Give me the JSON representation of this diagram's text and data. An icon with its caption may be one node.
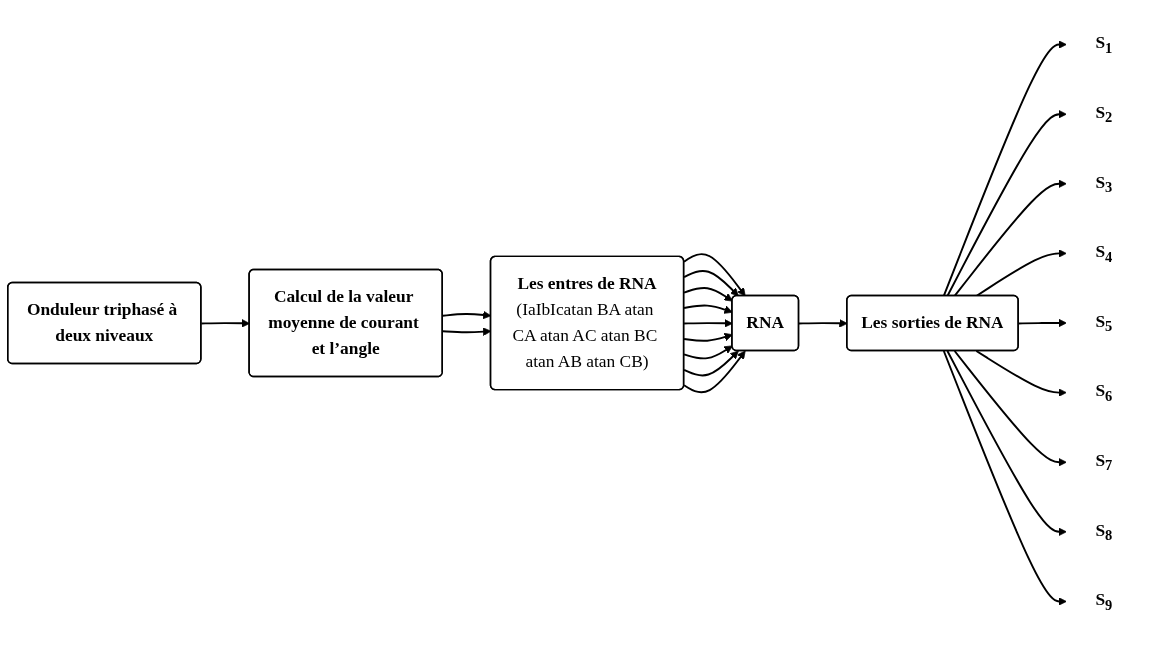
{
  "diagram": {
    "nodes": [
      {
        "text": [
          "Onduleur triphasé à deux niveaux"
        ]
      },
      {
        "text": [
          "Calcul de la valeur moyenne de courant et l’angle"
        ]
      },
      {
        "text": [
          "Les entres de RNA",
          "(IaIbIcatan BA atan CA atan AC atan BC atan AB atan CB)"
        ]
      },
      {
        "text": [
          "RNA"
        ]
      },
      {
        "text": [
          "Les sorties de RNA"
        ]
      },
      {
        "text": [
          "S$_{1}$"
        ]
      },
      {
        "text": [
          "S$_{2}$"
        ]
      },
      {
        "text": [
          "S$_{3}$"
        ]
      },
      {
        "text": [
          "S$_{4}$"
        ]
      },
      {
        "text": [
          "S$_{5}$"
        ]
      },
      {
        "text": [
          "S$_{6}$"
        ]
      },
      {
        "text": [
          "S$_{7}$"
        ]
      },
      {
        "text": [
          "S$_{8}$"
        ]
      },
      {
        "text": [
          "S$_{9}$"
        ]
      }
    ],
    "edges": [
      {
        "from": 0,
        "to": 1,
        "arrow": "to"
      },
      {
        "from": 1,
        "to": 2,
        "arrow": "to"
      },
      {
        "from": 1,
        "to": 2,
        "arrow": "to"
      },
      {
        "from": 2,
        "to": 3,
        "arrow": "to"
      },
      {
        "from": 2,
        "to": 3,
        "arrow": "to"
      },
      {
        "from": 2,
        "to": 3,
        "arrow": "to"
      },
      {
        "from": 2,
        "to": 3,
        "arrow": "to"
      },
      {
        "from": 2,
        "to": 3,
        "arrow": "to"
      },
      {
        "from": 2,
        "to": 3,
        "arrow": "to"
      },
      {
        "from": 2,
        "to": 3,
        "arrow": "to"
      },
      {
        "from": 2,
        "to": 3,
        "arrow": "to"
      },
      {
        "from": 2,
        "to": 3,
        "arrow": "to"
      },
      {
        "from": 3,
        "to": 4,
        "arrow": "to"
      },
      {
        "from": 4,
        "to": 5,
        "arrow": "to"
      },
      {
        "from": 4,
        "to": 6,
        "arrow": "to"
      },
      {
        "from": 4,
        "to": 7,
        "arrow": "to"
      },
      {
        "from": 4,
        "to": 8,
        "arrow": "to"
      },
      {
        "from": 4,
        "to": 9,
        "arrow": "to"
      },
      {
        "from": 4,
        "to": 10,
        "arrow": "to"
      },
      {
        "from": 4,
        "to": 11,
        "arrow": "to"
      },
      {
        "from": 4,
        "to": 12,
        "arrow": "to"
      },
      {
        "from": 4,
        "to": 13,
        "arrow": "to"
      }
    ]
  }
}
